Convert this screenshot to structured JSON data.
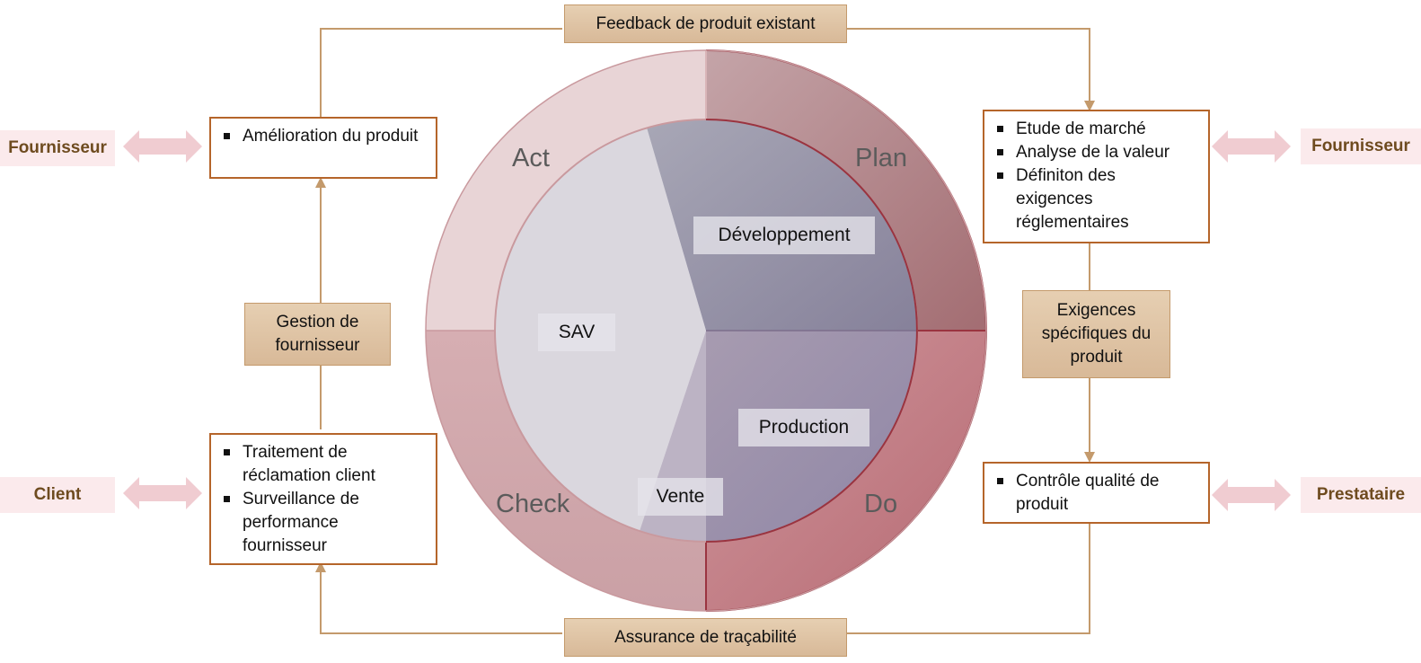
{
  "top_process": "Feedback de produit existant",
  "bottom_process": "Assurance de traçabilité",
  "left_process": "Gestion de fournisseur",
  "right_process": "Exigences spécifiques du produit",
  "boxes": {
    "top_left": [
      "Amélioration du produit"
    ],
    "top_right": [
      "Etude de marché",
      "Analyse de la valeur",
      "Définiton des exigences réglementaires"
    ],
    "bottom_left": [
      "Traitement de réclamation client",
      "Surveillance de performance fournisseur"
    ],
    "bottom_right": [
      "Contrôle qualité de produit"
    ]
  },
  "actors": {
    "top_left": "Fournisseur",
    "top_right": "Fournisseur",
    "bottom_left": "Client",
    "bottom_right": "Prestataire"
  },
  "pdca": {
    "plan": "Plan",
    "do": "Do",
    "check": "Check",
    "act": "Act"
  },
  "sectors": {
    "development": "Développement",
    "production": "Production",
    "vente": "Vente",
    "sav": "SAV"
  },
  "colors": {
    "connector": "#c49a6c",
    "box_border": "#b5652a",
    "actor_text": "#6e4b1f",
    "act_ring": "#e8d4d6",
    "plan_ring": "#b07f84",
    "check_ring": "#d2a2a7",
    "do_ring": "#c0838a"
  }
}
